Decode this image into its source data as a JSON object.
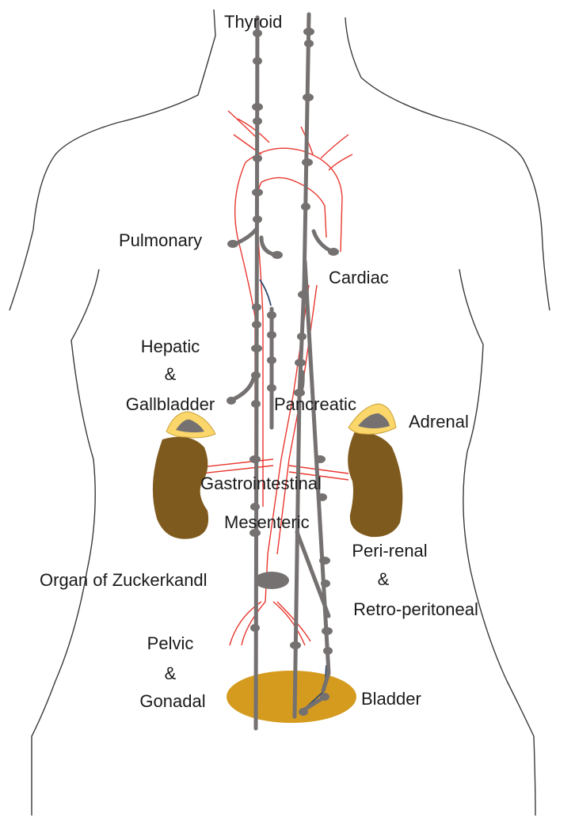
{
  "labels": {
    "thyroid": "Thyroid",
    "pulmonary": "Pulmonary",
    "cardiac": "Cardiac",
    "hepatic_line1": "Hepatic",
    "hepatic_line2": "&",
    "hepatic_line3": "Gallbladder",
    "pancreatic": "Pancreatic",
    "adrenal": "Adrenal",
    "gastrointestinal": "Gastrointestinal",
    "mesenteric": "Mesenteric",
    "perirenal_line1": "Peri-renal",
    "perirenal_line2": "&",
    "perirenal_line3": "Retro-peritoneal",
    "zuckerkandl": "Organ of Zuckerkandl",
    "pelvic_line1": "Pelvic",
    "pelvic_line2": "&",
    "pelvic_line3": "Gonadal",
    "bladder": "Bladder"
  },
  "colors": {
    "body_outline": "#3a3a3a",
    "chain": "#757171",
    "node": "#757171",
    "vessel": "#e8372f",
    "nerve": "#2f4a6d",
    "kidney": "#7f5a1e",
    "adrenal_outer": "#fbd66b",
    "bladder": "#d49b1e",
    "label": "#1a1a1a"
  }
}
